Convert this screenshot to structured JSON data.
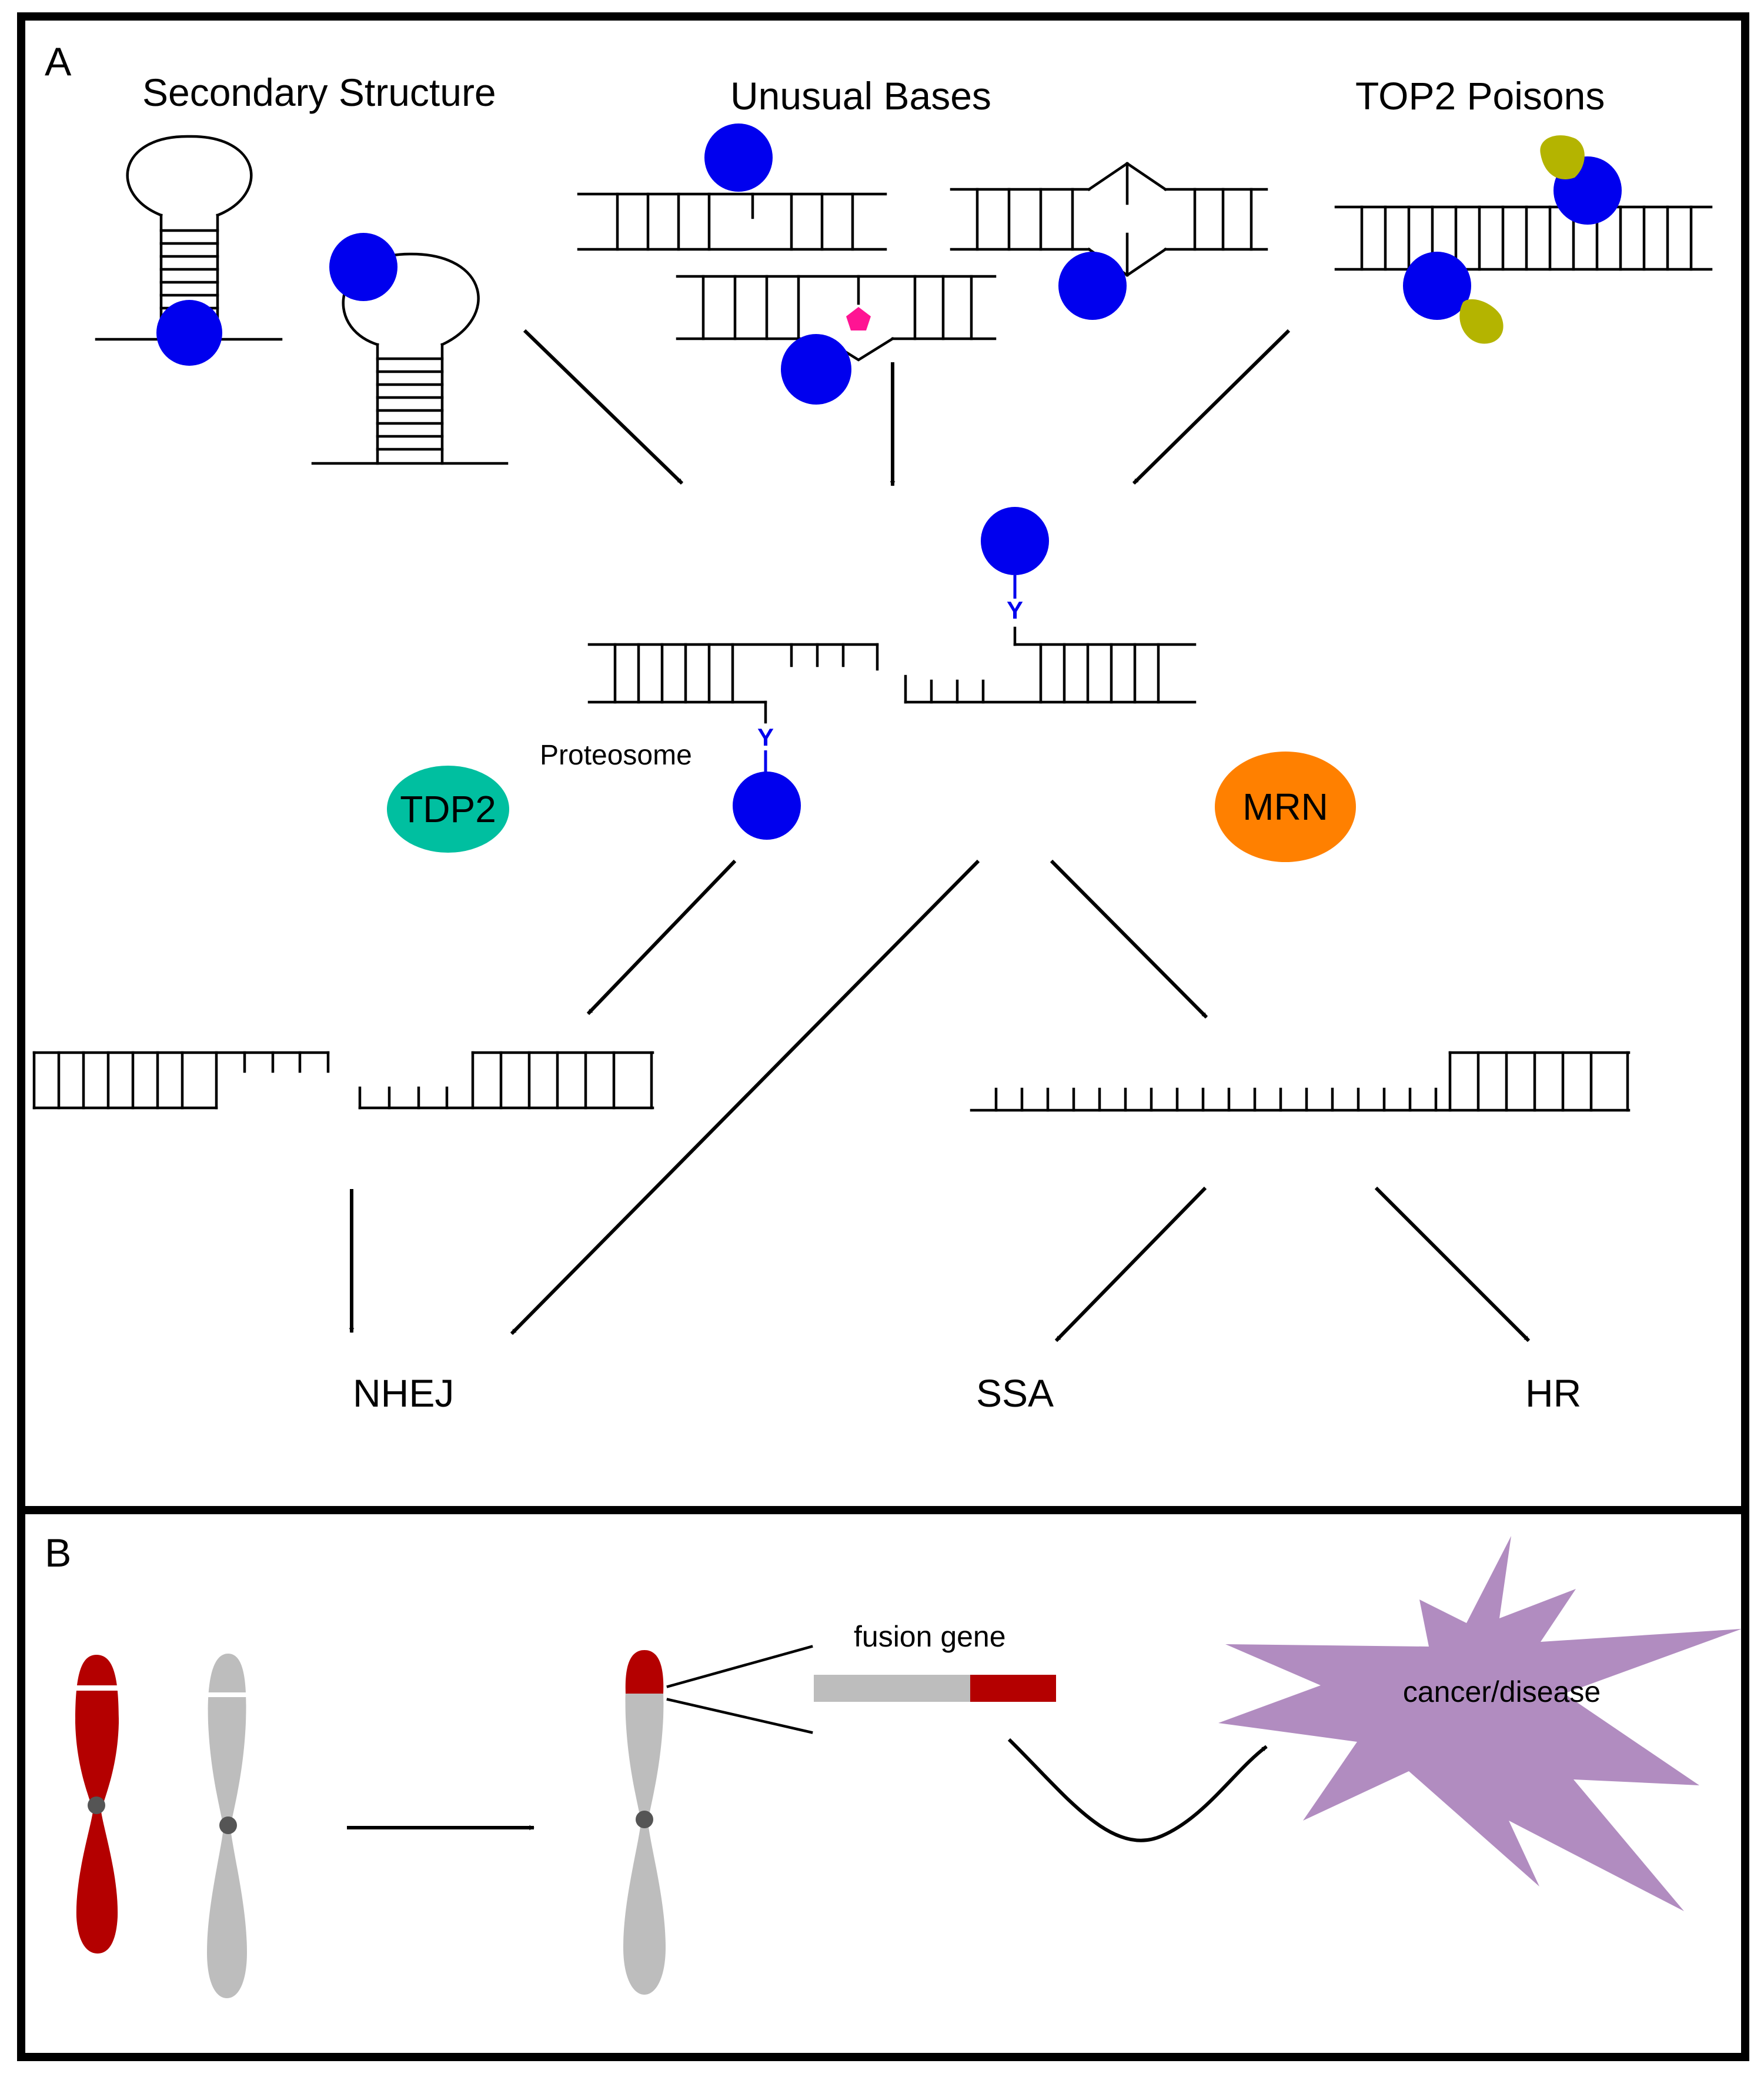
{
  "panel_a": {
    "label": "A",
    "titles": {
      "secondary": "Secondary Structure",
      "unusual": "Unusual Bases",
      "top2": "TOP2 Poisons"
    },
    "proteosome": "Proteosome",
    "tdp2": "TDP2",
    "mrn": "MRN",
    "tyrosine": "Y",
    "outcomes": {
      "nhej": "NHEJ",
      "ssa": "SSA",
      "hr": "HR"
    }
  },
  "panel_b": {
    "label": "B",
    "fusion_gene": "fusion gene",
    "cancer": "cancer/disease"
  },
  "colors": {
    "top2_protein": "#0000ee",
    "tdp2": "#00bfa0",
    "mrn": "#ff8000",
    "poison_drug": "#b4b400",
    "unusual_base": "#ff1493",
    "chromosome_red": "#b40000",
    "chromosome_gray": "#bdbdbd",
    "centromere": "#555555",
    "cancer_star": "#b18cc0"
  }
}
